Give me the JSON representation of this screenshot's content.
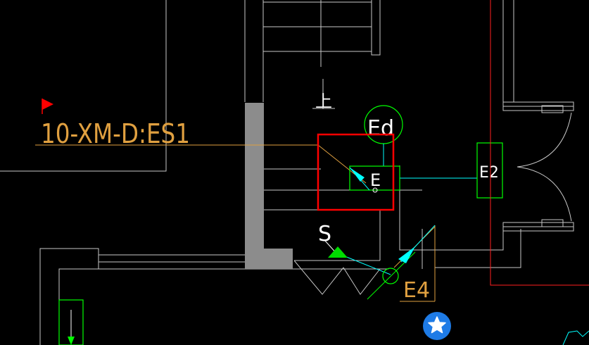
{
  "drawing": {
    "labels": {
      "main_tag": "10-XM-D:ES1",
      "tag_ed": "Ed",
      "tag_e": "E",
      "tag_e2": "E2",
      "tag_e4": "E4",
      "tag_s": "S",
      "stair_up": "上"
    },
    "colors": {
      "background": "#000000",
      "wall": "#c8c8c8",
      "column": "#8c8c8c",
      "tag_text": "#e0a040",
      "device_green": "#00ff00",
      "cable_cyan": "#00ffff",
      "selection_red": "#ff0000",
      "boundary_red": "#ff2020",
      "flag_red": "#ff0000",
      "fab_blue": "#1e7be6"
    }
  },
  "ui": {
    "fab_icon": "star-icon"
  }
}
